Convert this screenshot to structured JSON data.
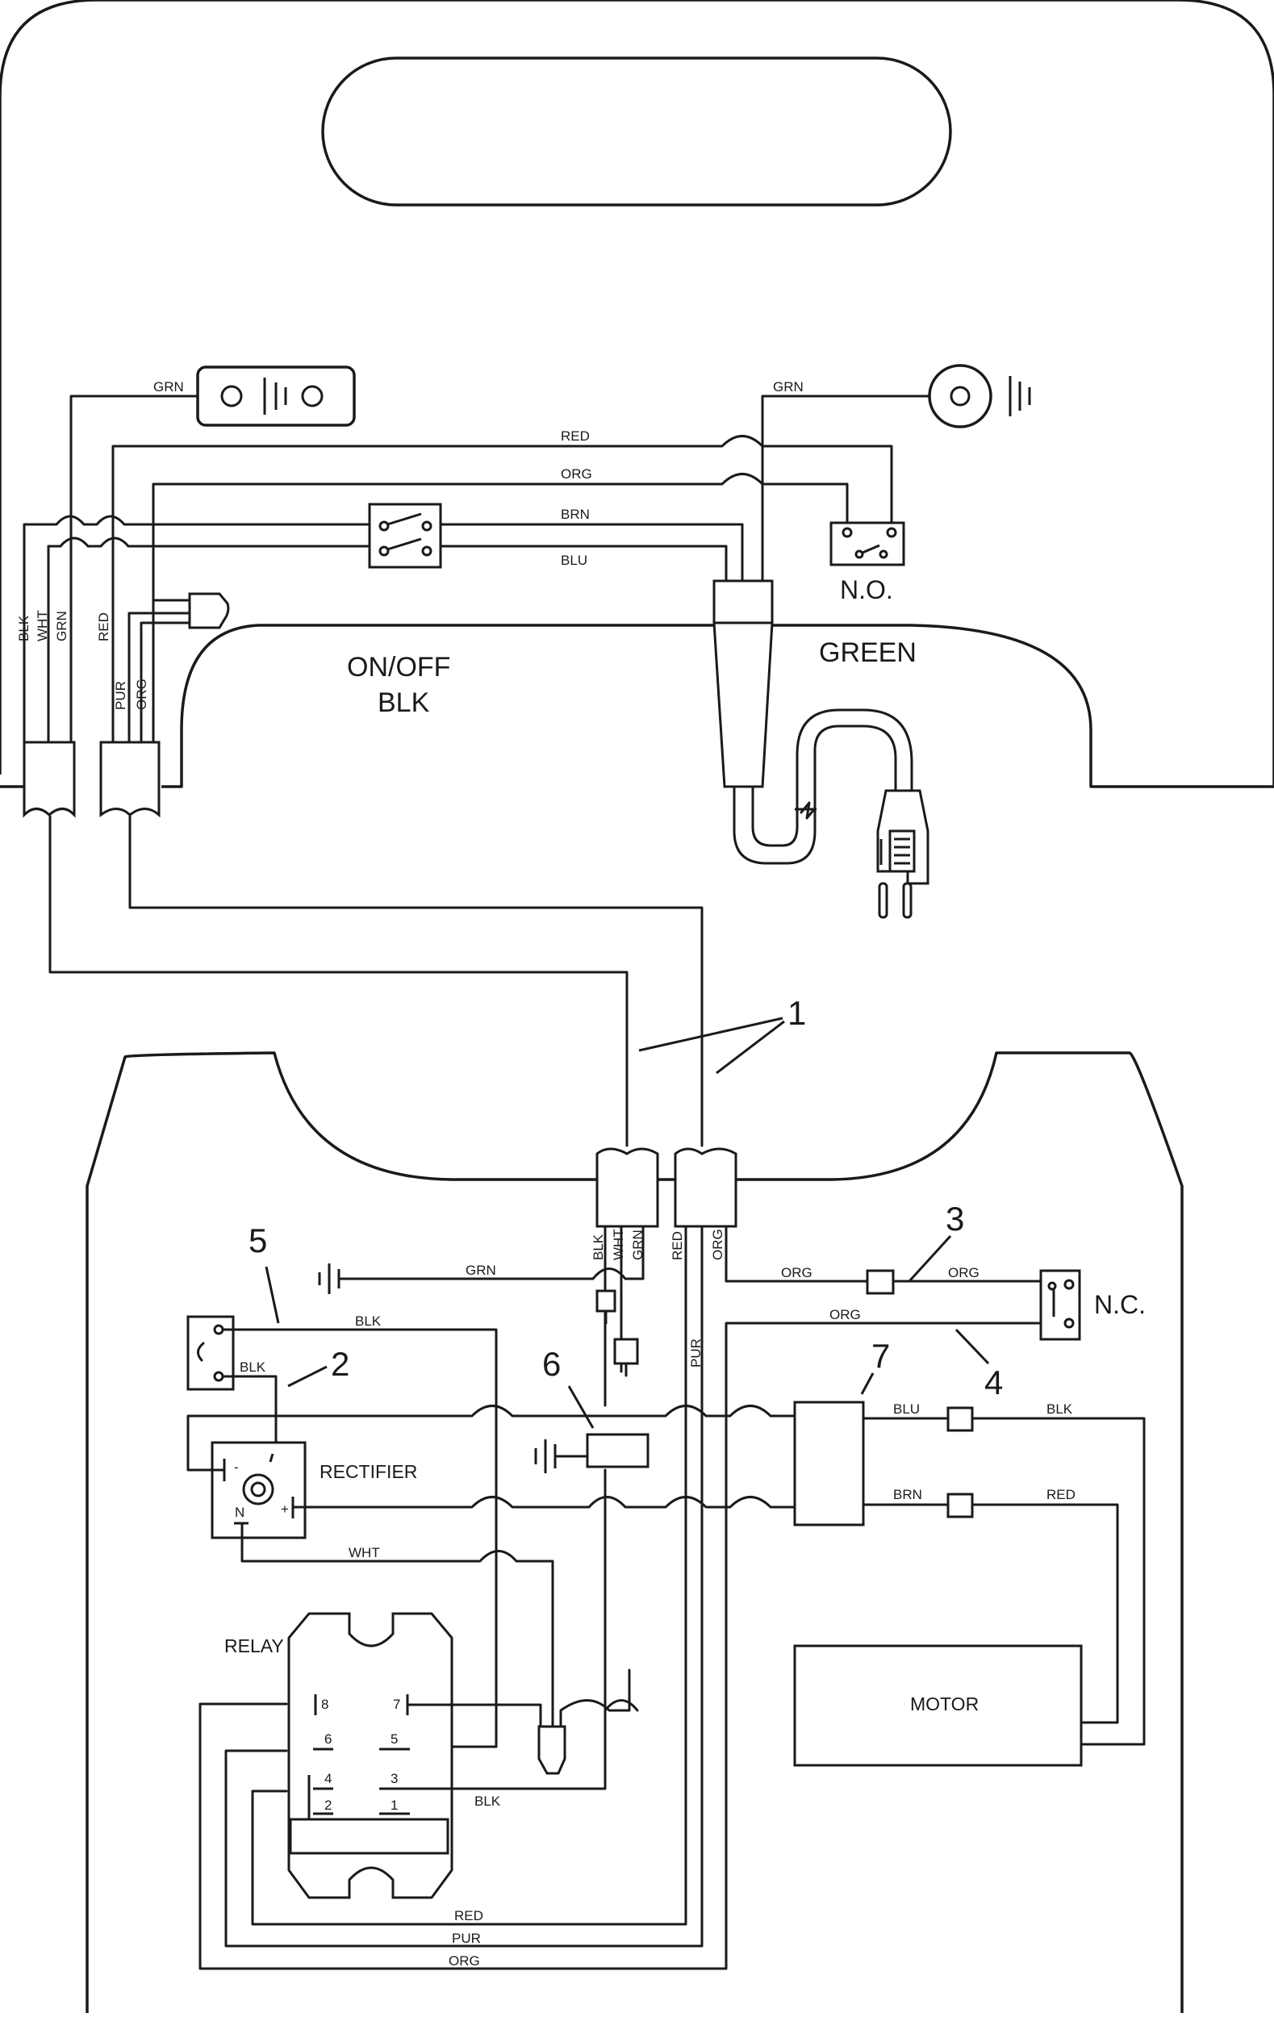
{
  "wire_colors": {
    "grn": "GRN",
    "red": "RED",
    "org": "ORG",
    "brn": "BRN",
    "blu": "BLU",
    "blk": "BLK",
    "wht": "WHT",
    "pur": "PUR"
  },
  "top_panel": {
    "on_off": "ON/OFF",
    "on_off_color": "BLK",
    "green": "GREEN",
    "no_switch": "N.O."
  },
  "bottom_panel": {
    "nc_switch": "N.C.",
    "rectifier": "RECTIFIER",
    "relay": "RELAY",
    "motor": "MOTOR",
    "rect_minus": "-",
    "rect_plus": "+",
    "rect_n": "N",
    "relay_pins": [
      "8",
      "7",
      "6",
      "5",
      "4",
      "3",
      "2",
      "1"
    ]
  },
  "callouts": [
    "1",
    "2",
    "3",
    "4",
    "5",
    "6",
    "7"
  ]
}
